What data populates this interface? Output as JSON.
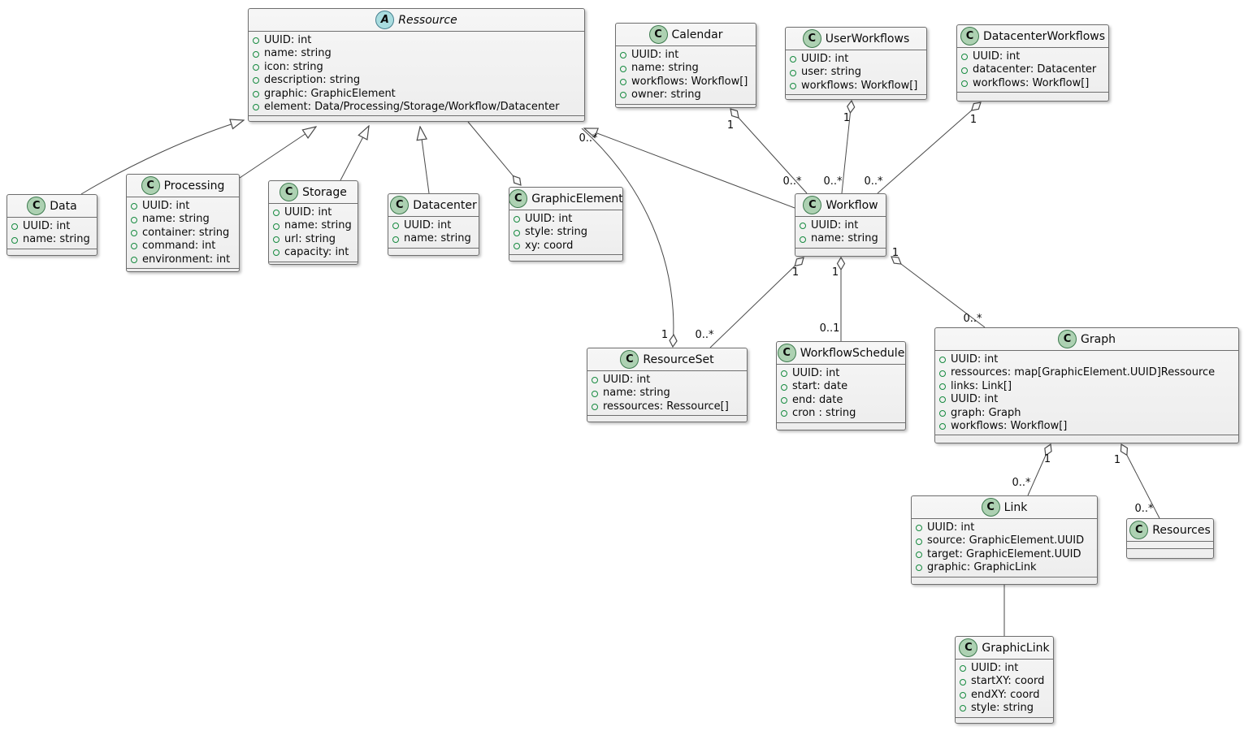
{
  "diagram": {
    "colors": {
      "class_fill": "#f1f1f1",
      "class_border": "#6e6e6e",
      "class_badge_green": "#ADD1B2",
      "abstract_badge_blue": "#A9DCDF",
      "field_icon_green": "#168a3f",
      "edge_line": "#4a4a4a"
    },
    "classes": [
      {
        "name": "Ressource",
        "kind": "abstract",
        "letter": "A",
        "attributes": [
          "UUID: int",
          "name: string",
          "icon: string",
          "description: string",
          "graphic: GraphicElement",
          "element: Data/Processing/Storage/Workflow/Datacenter"
        ]
      },
      {
        "name": "Calendar",
        "kind": "class",
        "letter": "C",
        "attributes": [
          "UUID: int",
          "name: string",
          "workflows: Workflow[]",
          "owner: string"
        ]
      },
      {
        "name": "UserWorkflows",
        "kind": "class",
        "letter": "C",
        "attributes": [
          "UUID: int",
          "user: string",
          "workflows: Workflow[]"
        ]
      },
      {
        "name": "DatacenterWorkflows",
        "kind": "class",
        "letter": "C",
        "attributes": [
          "UUID: int",
          "datacenter: Datacenter",
          "workflows: Workflow[]"
        ]
      },
      {
        "name": "Data",
        "kind": "class",
        "letter": "C",
        "attributes": [
          "UUID: int",
          "name: string"
        ]
      },
      {
        "name": "Processing",
        "kind": "class",
        "letter": "C",
        "attributes": [
          "UUID: int",
          "name: string",
          "container: string",
          "command: int",
          "environment: int"
        ]
      },
      {
        "name": "Storage",
        "kind": "class",
        "letter": "C",
        "attributes": [
          "UUID: int",
          "name: string",
          "url: string",
          "capacity: int"
        ]
      },
      {
        "name": "Datacenter",
        "kind": "class",
        "letter": "C",
        "attributes": [
          "UUID: int",
          "name: string"
        ]
      },
      {
        "name": "GraphicElement",
        "kind": "class",
        "letter": "C",
        "attributes": [
          "UUID: int",
          "style: string",
          "xy: coord"
        ]
      },
      {
        "name": "Workflow",
        "kind": "class",
        "letter": "C",
        "attributes": [
          "UUID: int",
          "name: string"
        ]
      },
      {
        "name": "ResourceSet",
        "kind": "class",
        "letter": "C",
        "attributes": [
          "UUID: int",
          "name: string",
          "ressources: Ressource[]"
        ]
      },
      {
        "name": "WorkflowSchedule",
        "kind": "class",
        "letter": "C",
        "attributes": [
          "UUID: int",
          "start: date",
          "end: date",
          "cron : string"
        ]
      },
      {
        "name": "Graph",
        "kind": "class",
        "letter": "C",
        "attributes": [
          "UUID: int",
          "ressources: map[GraphicElement.UUID]Ressource",
          "links: Link[]",
          "UUID: int",
          "graph: Graph",
          "workflows: Workflow[]"
        ]
      },
      {
        "name": "Link",
        "kind": "class",
        "letter": "C",
        "attributes": [
          "UUID: int",
          "source: GraphicElement.UUID",
          "target: GraphicElement.UUID",
          "graphic: GraphicLink"
        ]
      },
      {
        "name": "Resources",
        "kind": "class",
        "letter": "C",
        "attributes": []
      },
      {
        "name": "GraphicLink",
        "kind": "class",
        "letter": "C",
        "attributes": [
          "UUID: int",
          "startXY: coord",
          "endXY: coord",
          "style: string"
        ]
      }
    ],
    "edges": [
      {
        "name": "data-inherits-ressource",
        "type": "inheritance"
      },
      {
        "name": "processing-inherits-ressource",
        "type": "inheritance"
      },
      {
        "name": "storage-inherits-ressource",
        "type": "inheritance"
      },
      {
        "name": "datacenter-inherits-ressource",
        "type": "inheritance"
      },
      {
        "name": "workflow-inherits-ressource",
        "type": "inheritance"
      },
      {
        "name": "graphicelement-aggregates-ressource",
        "type": "aggregation"
      },
      {
        "name": "calendar-aggregates-workflow",
        "type": "aggregation",
        "owner_label": "1",
        "multiplicity_label": "0..*"
      },
      {
        "name": "userworkflows-aggregates-workflow",
        "type": "aggregation",
        "owner_label": "1",
        "multiplicity_label": "0..*"
      },
      {
        "name": "datacenterworkflows-aggregates-workflow",
        "type": "aggregation",
        "owner_label": "1",
        "multiplicity_label": "0..*"
      },
      {
        "name": "resourceset-aggregates-ressource",
        "type": "aggregation",
        "owner_label": "1",
        "multiplicity_label": "0..*"
      },
      {
        "name": "workflow-aggregates-resourceset",
        "type": "aggregation",
        "owner_label": "1",
        "multiplicity_label": "0..*"
      },
      {
        "name": "workflow-aggregates-workflowschedule",
        "type": "aggregation",
        "owner_label": "1",
        "multiplicity_label": "0..1"
      },
      {
        "name": "workflow-aggregates-graph",
        "type": "aggregation",
        "owner_label": "1",
        "multiplicity_label": "0..*"
      },
      {
        "name": "graph-aggregates-link",
        "type": "aggregation",
        "owner_label": "1",
        "multiplicity_label": "0..*"
      },
      {
        "name": "graph-aggregates-resources",
        "type": "aggregation",
        "owner_label": "1",
        "multiplicity_label": "0..*"
      },
      {
        "name": "link-association-graphiclink",
        "type": "association"
      }
    ]
  }
}
